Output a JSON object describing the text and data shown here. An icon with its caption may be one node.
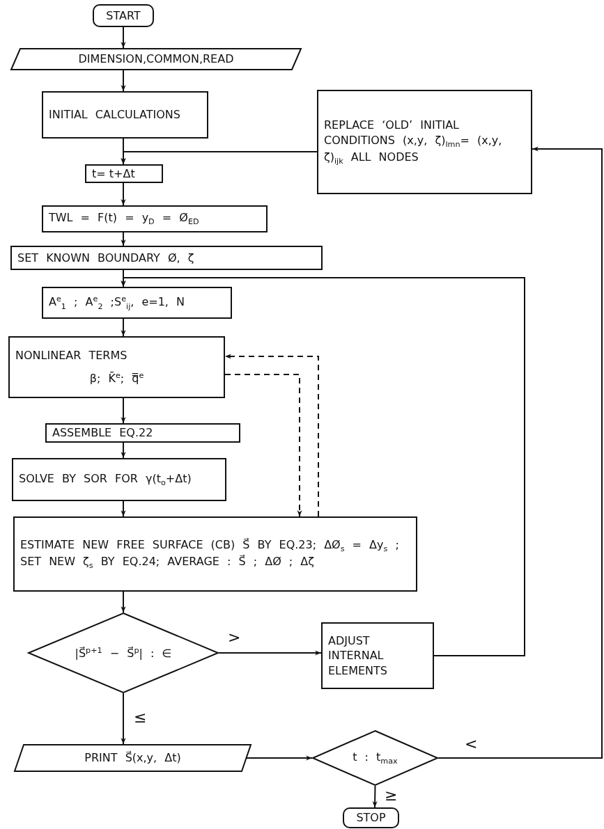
{
  "diagram": {
    "nodes": [
      {
        "text": [
          "START"
        ]
      },
      {
        "text": [
          "DIMENSION,COMMON,READ"
        ]
      },
      {
        "text": [
          "INITIAL CALCULATIONS"
        ]
      },
      {
        "text": [
          "REPLACE ‘OLD’ INITIAL CONDITIONS (x,y, ζ)$_{lmn}$= (x,y, ζ)$_{ijk}$ ALL NODES"
        ]
      },
      {
        "text": [
          "t= t+Δt"
        ]
      },
      {
        "text": [
          "TWL = F(t) = y$_{D}$ = Ø$_{ED}$"
        ]
      },
      {
        "text": [
          "SET KNOWN BOUNDARY Ø, ζ"
        ]
      },
      {
        "text": [
          "A$^{e}$$_{1}$ ; A$^{e}$$_{2}$ ;S$^{e}$$_{ij}$, e=1, N"
        ]
      },
      {
        "text": [
          "NONLINEAR TERMS",
          "β; K̄$^{e}$; q̿$^{e}$"
        ]
      },
      {
        "text": [
          "ASSEMBLE EQ.22"
        ]
      },
      {
        "text": [
          "SOLVE BY SOR FOR γ(t$_{o}$+Δt)"
        ]
      },
      {
        "text": [
          "ESTIMATE NEW FREE SURFACE (CB) S⃗ BY EQ.23; ΔØ$_{s}$ = Δy$_{s}$ ; SET NEW ζ$_{s}$ BY EQ.24; AVERAGE : S⃗ ; ΔØ ; Δζ"
        ]
      },
      {
        "text": [
          "|S⃗$^{p+1}$ − S⃗$^{p}$| : ∈"
        ]
      },
      {
        "text": [
          "ADJUST INTERNAL ELEMENTS"
        ]
      },
      {
        "text": [
          "PRINT S⃗(x,y, Δt)"
        ]
      },
      {
        "text": [
          "t : t$_{max}$"
        ]
      },
      {
        "text": [
          "STOP"
        ]
      }
    ],
    "edges": [
      {
        "from": 0,
        "to": 1,
        "arrow": "to"
      },
      {
        "from": 1,
        "to": 2,
        "arrow": "to"
      },
      {
        "from": 2,
        "to": 4,
        "arrow": "to"
      },
      {
        "from": 3,
        "to": 4,
        "arrow": "to"
      },
      {
        "from": 4,
        "to": 5,
        "arrow": "to"
      },
      {
        "from": 5,
        "to": 6,
        "arrow": "to"
      },
      {
        "from": 6,
        "to": 7,
        "arrow": "to"
      },
      {
        "from": 7,
        "to": 8,
        "arrow": "to"
      },
      {
        "from": 8,
        "to": 9,
        "arrow": "to"
      },
      {
        "from": 9,
        "to": 10,
        "arrow": "to"
      },
      {
        "from": 10,
        "to": 11,
        "arrow": "to"
      },
      {
        "from": 11,
        "to": 8,
        "arrow": "to",
        "style": "dashed"
      },
      {
        "from": 8,
        "to": 11,
        "arrow": "to",
        "style": "dashed"
      },
      {
        "from": 11,
        "to": 12,
        "arrow": "to"
      },
      {
        "from": 12,
        "to": 13,
        "arrow": "to",
        "label": ">"
      },
      {
        "from": 13,
        "to": 7,
        "arrow": "to"
      },
      {
        "from": 12,
        "to": 14,
        "arrow": "to",
        "label": "≤"
      },
      {
        "from": 14,
        "to": 15,
        "arrow": "to"
      },
      {
        "from": 15,
        "to": 16,
        "arrow": "to",
        "label": "≥"
      },
      {
        "from": 15,
        "to": 3,
        "arrow": "to",
        "label": "<"
      }
    ]
  }
}
